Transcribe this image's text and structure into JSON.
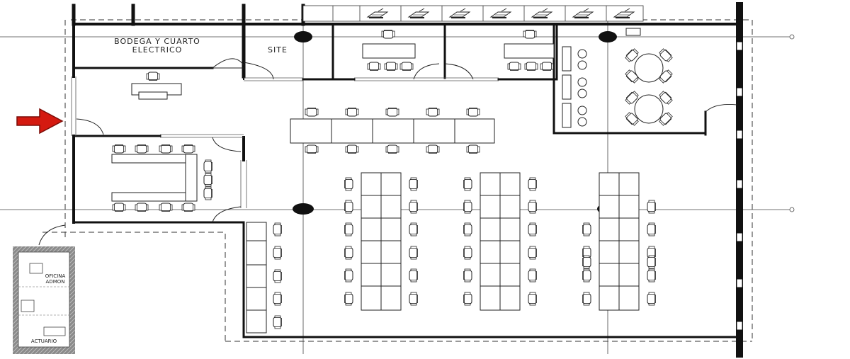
{
  "rooms": {
    "storage_line1": "BODEGA Y CUARTO",
    "storage_line2": "ELECTRICO",
    "site": "SITE",
    "admin_line1": "OFICINA",
    "admin_line2": "ADMON",
    "changing": "ACTUARIO"
  },
  "colors": {
    "wall": "#111111",
    "line": "#222222",
    "arrow_fill": "#d41a10",
    "arrow_stroke": "#7a0d08",
    "hatch": "#9a9a9a"
  }
}
